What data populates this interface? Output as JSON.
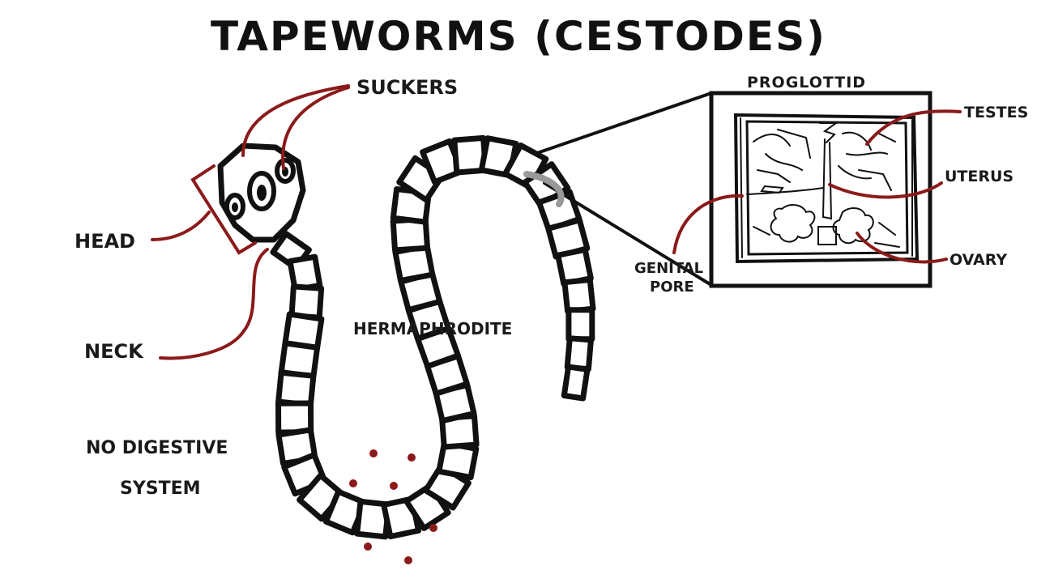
{
  "title": "TAPEWORMS (CESTODES)",
  "labels": {
    "suckers": "SUCKERS",
    "head": "HEAD",
    "neck": "NECK",
    "hermaphrodite": "HERMAPHRODITE",
    "no_digestive": "NO DIGESTIVE",
    "system": "SYSTEM",
    "proglottid": "PROGLOTTID",
    "testes": "TESTES",
    "uterus": "UTERUS",
    "ovary": "OVARY",
    "genital": "GENITAL",
    "pore": "PORE"
  },
  "colors": {
    "accent_red": "#8b1a1a",
    "ink": "#111111",
    "background": "#ffffff"
  }
}
